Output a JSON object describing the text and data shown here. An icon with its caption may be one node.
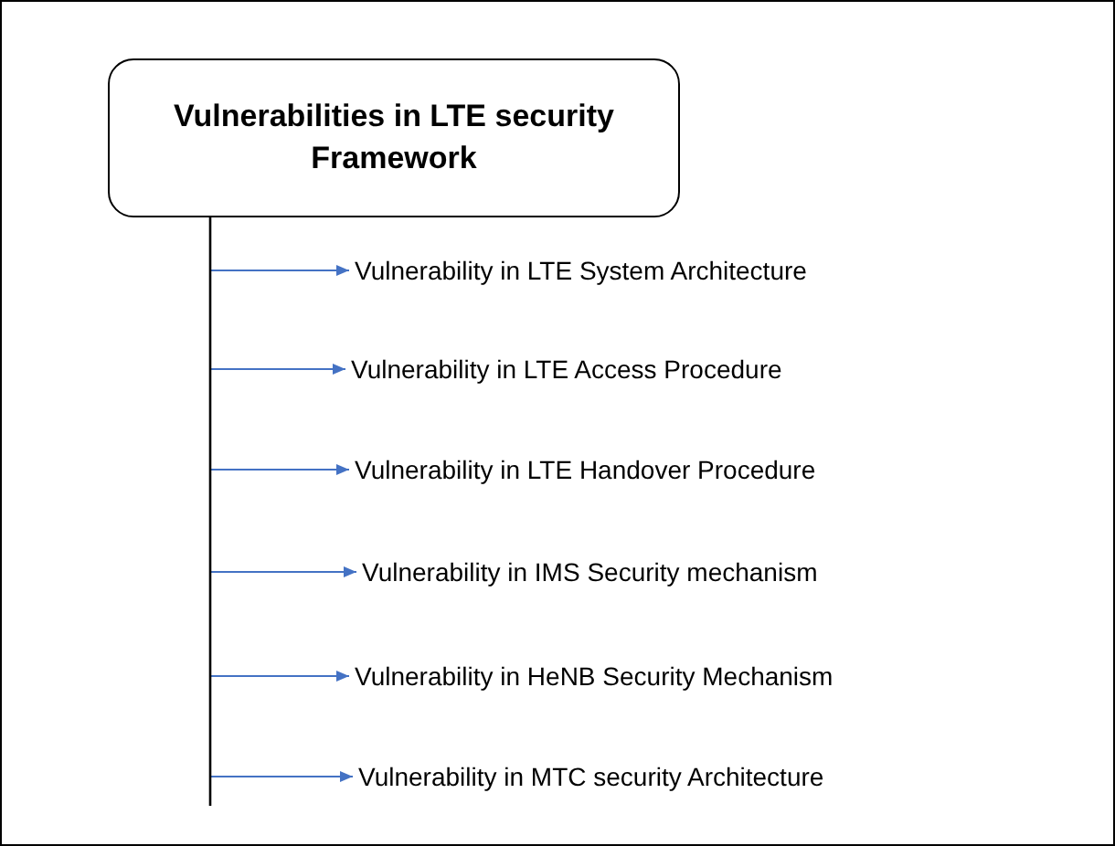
{
  "diagram": {
    "nodes": [
      {
        "text": [
          "Vulnerabilities in LTE security Framework"
        ]
      },
      {
        "text": [
          "Vulnerability in LTE System Architecture"
        ]
      },
      {
        "text": [
          "Vulnerability in LTE Access Procedure"
        ]
      },
      {
        "text": [
          "Vulnerability in LTE Handover Procedure"
        ]
      },
      {
        "text": [
          "Vulnerability in IMS Security mechanism"
        ]
      },
      {
        "text": [
          "Vulnerability in HeNB Security Mechanism"
        ]
      },
      {
        "text": [
          "Vulnerability in MTC security Architecture"
        ]
      }
    ],
    "edges": [
      {
        "from": 0,
        "to": 1,
        "arrow": "to"
      },
      {
        "from": 0,
        "to": 2,
        "arrow": "to"
      },
      {
        "from": 0,
        "to": 3,
        "arrow": "to"
      },
      {
        "from": 0,
        "to": 4,
        "arrow": "to"
      },
      {
        "from": 0,
        "to": 5,
        "arrow": "to"
      },
      {
        "from": 0,
        "to": 6,
        "arrow": "to"
      }
    ]
  }
}
